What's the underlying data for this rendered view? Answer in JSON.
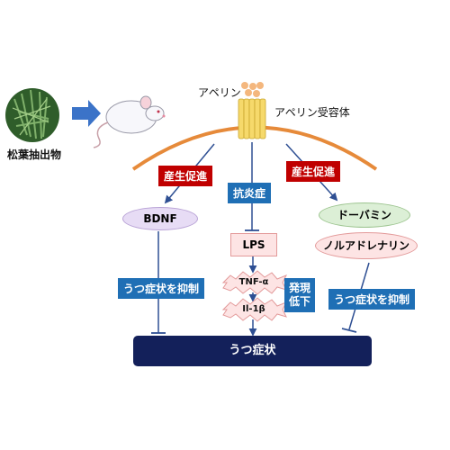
{
  "extract_label": "松葉抽出物",
  "apelin_label": "アペリン",
  "receptor_label": "アペリン受容体",
  "left_action": "産生促進",
  "center_action": "抗炎症",
  "right_action": "産生促進",
  "bdnf_label": "BDNF",
  "lps_label": "LPS",
  "dopamine_label": "ドーバミン",
  "noradrenaline_label": "ノルアドレナリン",
  "left_effect": "うつ症状を抑制",
  "right_effect": "うつ症状を抑制",
  "tnf_label": "TNF-α",
  "il_label": "Il-1β",
  "expression_decrease": "発現\n低下",
  "depression_label": "うつ症状",
  "colors": {
    "membrane": "#e68a3a",
    "red_box": "#c00000",
    "blue_box": "#1f6fb5",
    "navy_box": "#13205a",
    "arrow_blue": "#2e4f93",
    "oval_purple": "#e7dcf5",
    "oval_green": "#dcefd6",
    "pink": "#fde4e4"
  },
  "icons": [
    "pine-extract-image",
    "mouse-icon",
    "receptor-icon",
    "apelin-dots-icon",
    "arrow-icon",
    "inhibit-arrow-icon"
  ]
}
